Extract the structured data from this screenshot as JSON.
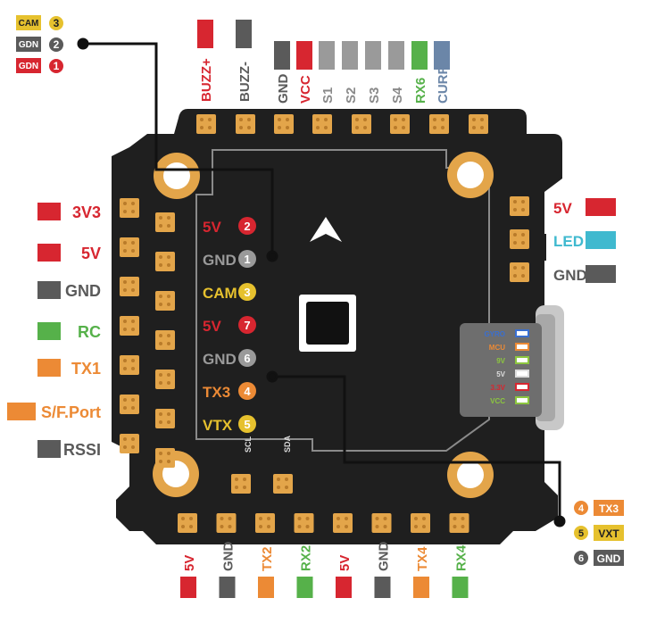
{
  "colors": {
    "board": "#1f1f1f",
    "pad": "#e3a54a",
    "red": "#d72630",
    "gray": "#5a5a5a",
    "lightgray": "#9a9a9a",
    "green": "#56b14a",
    "orange": "#ec8a35",
    "cyan": "#3fb9cf",
    "yellow": "#e6c12e",
    "steel": "#6b86a8"
  },
  "legend_top_left": [
    {
      "text": "CAM",
      "num": "3",
      "color": "yellow"
    },
    {
      "text": "GDN",
      "num": "2",
      "color": "gray"
    },
    {
      "text": "GDN",
      "num": "1",
      "color": "red"
    }
  ],
  "top_pins": [
    {
      "text": "BUZZ+",
      "color": "red"
    },
    {
      "text": "BUZZ-",
      "color": "gray"
    },
    {
      "text": "GND",
      "color": "gray"
    },
    {
      "text": "VCC",
      "color": "red"
    },
    {
      "text": "S1",
      "color": "lightgray"
    },
    {
      "text": "S2",
      "color": "lightgray"
    },
    {
      "text": "S3",
      "color": "lightgray"
    },
    {
      "text": "S4",
      "color": "lightgray"
    },
    {
      "text": "RX6",
      "color": "green"
    },
    {
      "text": "CURR",
      "color": "steel"
    }
  ],
  "left_pins": [
    {
      "text": "3V3",
      "color": "red"
    },
    {
      "text": "5V",
      "color": "red"
    },
    {
      "text": "GND",
      "color": "gray"
    },
    {
      "text": "RC",
      "color": "green"
    },
    {
      "text": "TX1",
      "color": "orange"
    },
    {
      "text": "S/F.Port",
      "color": "orange"
    },
    {
      "text": "RSSI",
      "color": "gray"
    }
  ],
  "right_pins": [
    {
      "text": "5V",
      "color": "red"
    },
    {
      "text": "LED",
      "color": "cyan"
    },
    {
      "text": "GND",
      "color": "gray"
    }
  ],
  "bottom_pins": [
    {
      "text": "5V",
      "color": "red"
    },
    {
      "text": "GND",
      "color": "gray"
    },
    {
      "text": "TX2",
      "color": "orange"
    },
    {
      "text": "RX2",
      "color": "green"
    },
    {
      "text": "5V",
      "color": "red"
    },
    {
      "text": "GND",
      "color": "gray"
    },
    {
      "text": "TX4",
      "color": "orange"
    },
    {
      "text": "RX4",
      "color": "green"
    }
  ],
  "center_pins": [
    {
      "text": "5V",
      "num": "2",
      "color": "red"
    },
    {
      "text": "GND",
      "num": "1",
      "color": "lightgray"
    },
    {
      "text": "CAM",
      "num": "3",
      "color": "yellow"
    },
    {
      "text": "5V",
      "num": "7",
      "color": "red"
    },
    {
      "text": "GND",
      "num": "6",
      "color": "lightgray"
    },
    {
      "text": "TX3",
      "num": "4",
      "color": "orange"
    },
    {
      "text": "VTX",
      "num": "5",
      "color": "yellow"
    }
  ],
  "i2c_labels": [
    "SCL",
    "SDA"
  ],
  "status_leds": [
    {
      "text": "GYRO",
      "color": "#3a6fd0"
    },
    {
      "text": "MCU",
      "color": "#ec8a35"
    },
    {
      "text": "9V",
      "color": "#8cc63f"
    },
    {
      "text": "5V",
      "color": "#dddddd"
    },
    {
      "text": "3.3V",
      "color": "#d72630"
    },
    {
      "text": "VCC",
      "color": "#8cc63f"
    }
  ],
  "legend_bottom_right": [
    {
      "text": "TX3",
      "num": "4",
      "color": "orange"
    },
    {
      "text": "VXT",
      "num": "5",
      "color": "yellow"
    },
    {
      "text": "GND",
      "num": "6",
      "color": "gray"
    }
  ]
}
